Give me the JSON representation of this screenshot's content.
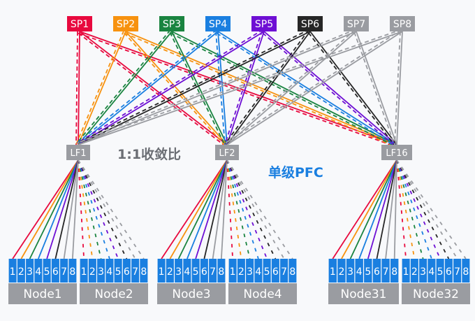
{
  "spines": [
    {
      "label": "SP1",
      "color": "#e8093e"
    },
    {
      "label": "SP2",
      "color": "#f7920f"
    },
    {
      "label": "SP3",
      "color": "#1a8440"
    },
    {
      "label": "SP4",
      "color": "#1a7fe0"
    },
    {
      "label": "SP5",
      "color": "#6e0fd4"
    },
    {
      "label": "SP6",
      "color": "#262626"
    },
    {
      "label": "SP7",
      "color": "#9a9ca1"
    },
    {
      "label": "SP8",
      "color": "#9a9ca1"
    }
  ],
  "leaves": [
    {
      "label": "LF1"
    },
    {
      "label": "LF2"
    },
    {
      "label": "LF16"
    }
  ],
  "leaf_color": "#9a9ca1",
  "nodes": [
    {
      "label": "Node1",
      "leaf": 0,
      "line_style": "solid"
    },
    {
      "label": "Node2",
      "leaf": 0,
      "line_style": "dashed"
    },
    {
      "label": "Node3",
      "leaf": 1,
      "line_style": "solid"
    },
    {
      "label": "Node4",
      "leaf": 1,
      "line_style": "dashed"
    },
    {
      "label": "Node31",
      "leaf": 2,
      "line_style": "solid"
    },
    {
      "label": "Node32",
      "leaf": 2,
      "line_style": "dashed"
    }
  ],
  "node_color": "#9a9ca1",
  "port_labels": [
    "1",
    "2",
    "3",
    "4",
    "5",
    "6",
    "7",
    "8"
  ],
  "port_color": "#1a7fe0",
  "port_line_colors": [
    "#e8093e",
    "#f7920f",
    "#1a8440",
    "#1a7fe0",
    "#6e0fd4",
    "#262626",
    "#9a9ca1",
    "#9a9ca1"
  ],
  "annotations": {
    "ratio": "1:1收敛比",
    "pfc": "单级PFC"
  }
}
